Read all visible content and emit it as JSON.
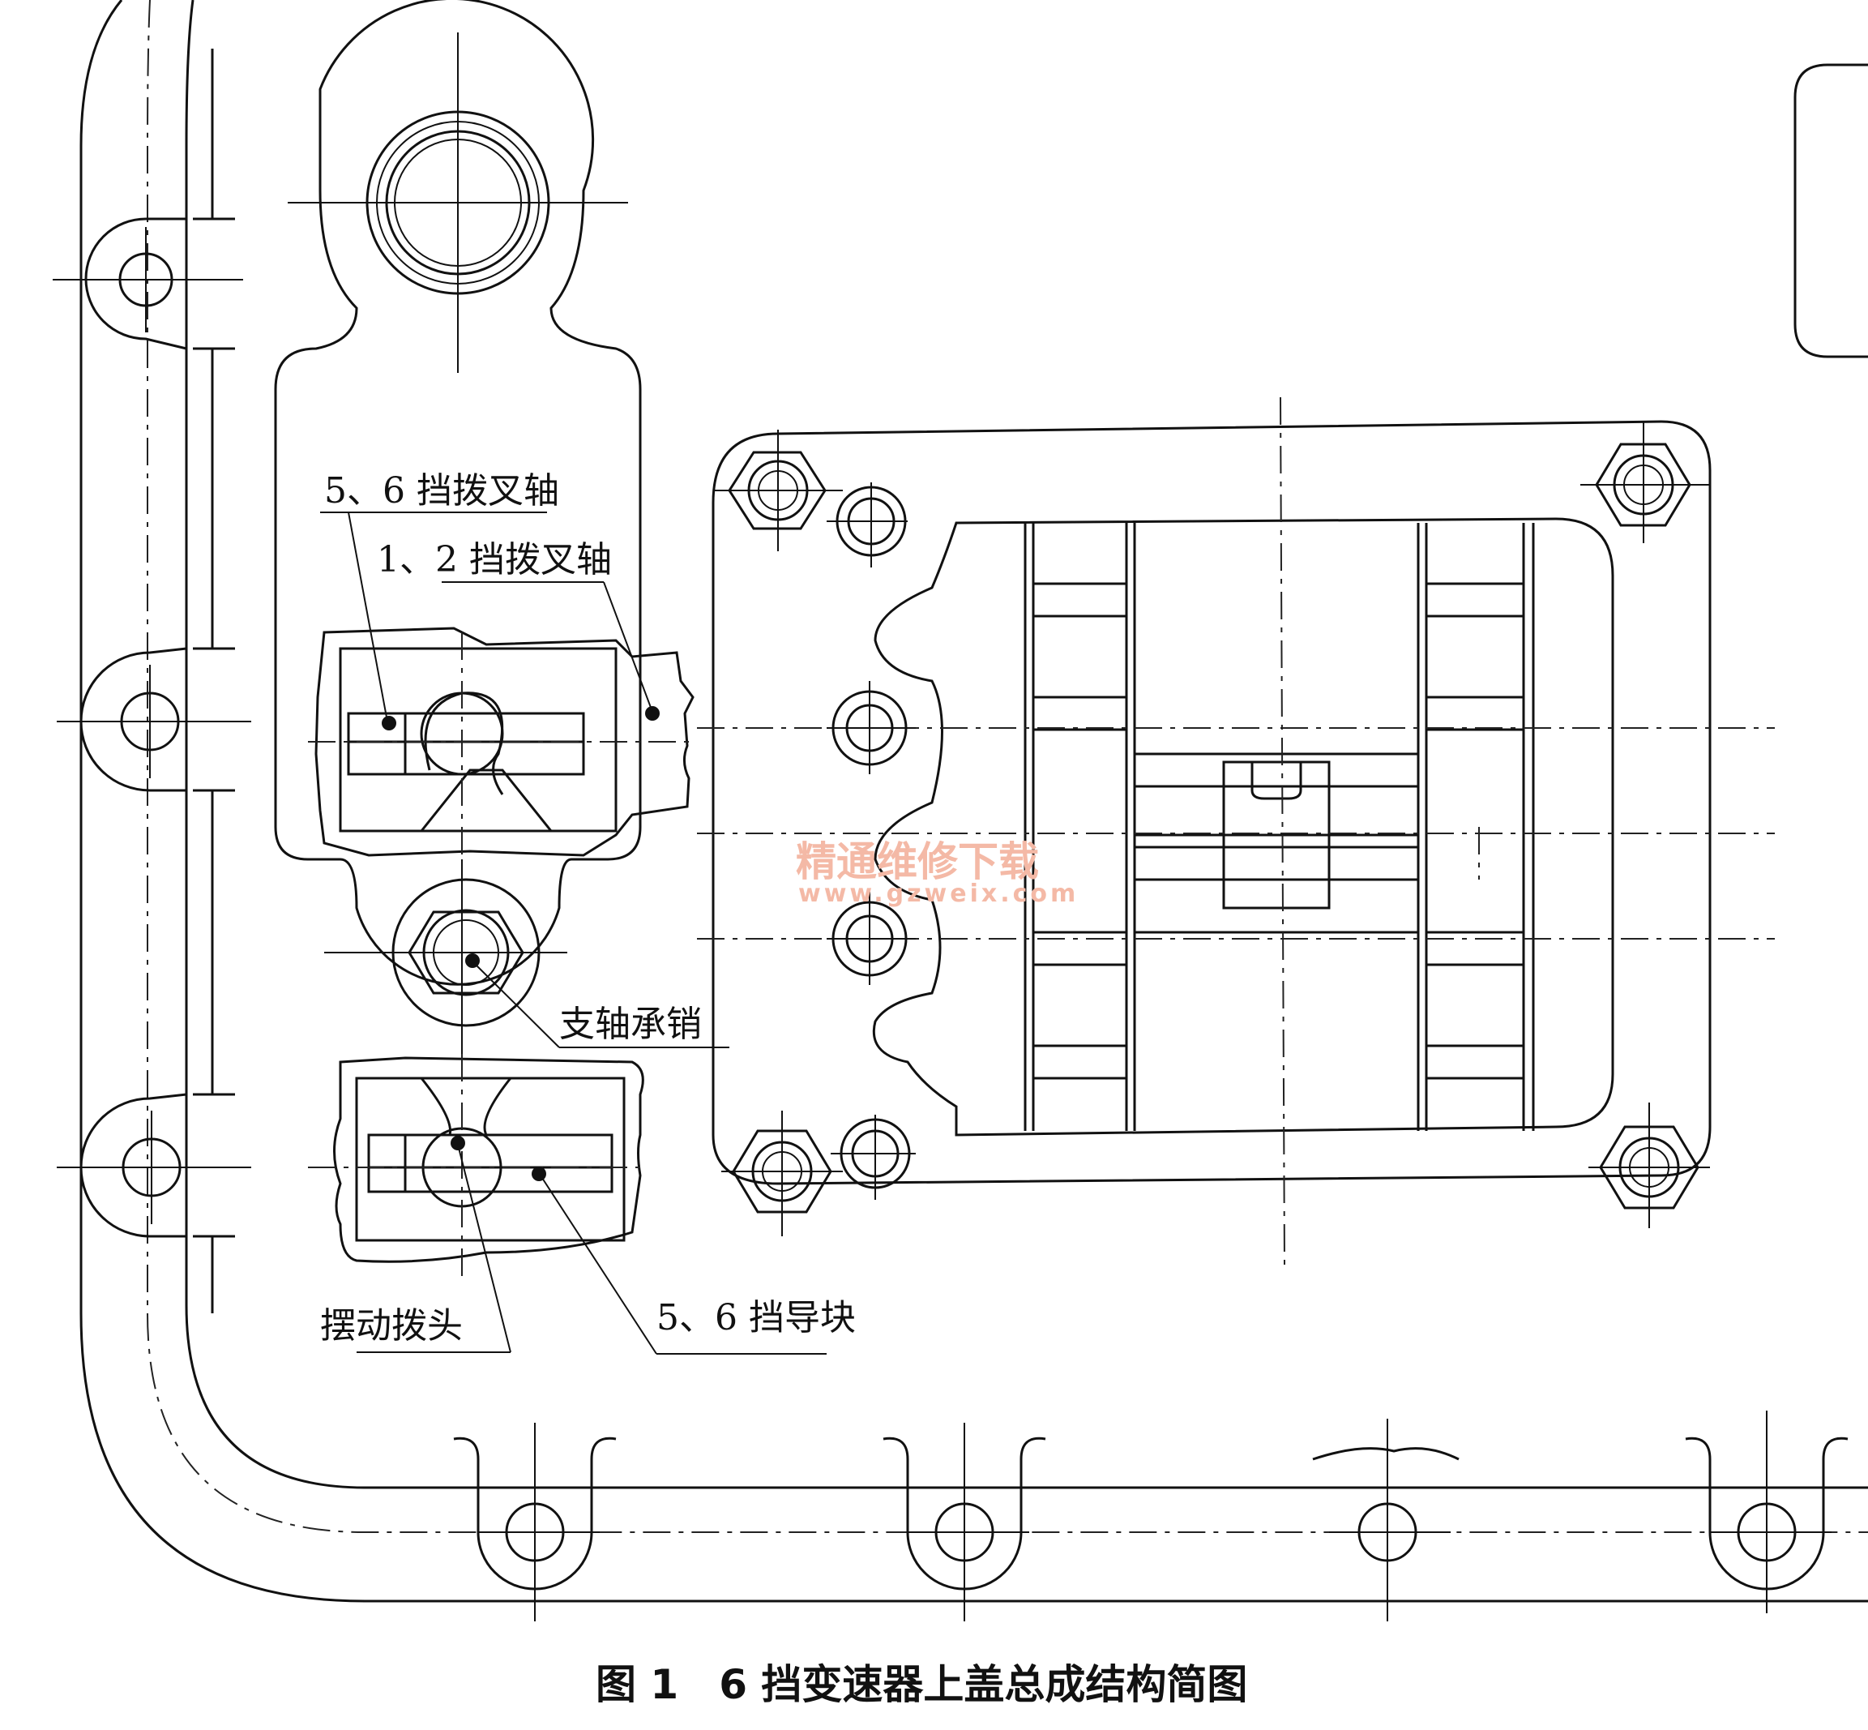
{
  "labels": {
    "shaft_56": "5、6 挡拨叉轴",
    "shaft_12": "1、2 挡拨叉轴",
    "pivot_pin": "支轴承销",
    "swing_head": "摆动拨头",
    "guide_56": "5、6 挡导块"
  },
  "caption": "图 1　6 挡变速器上盖总成结构简图",
  "watermark": {
    "cn": "精通维修下载",
    "url": "www.gzweix.com"
  }
}
